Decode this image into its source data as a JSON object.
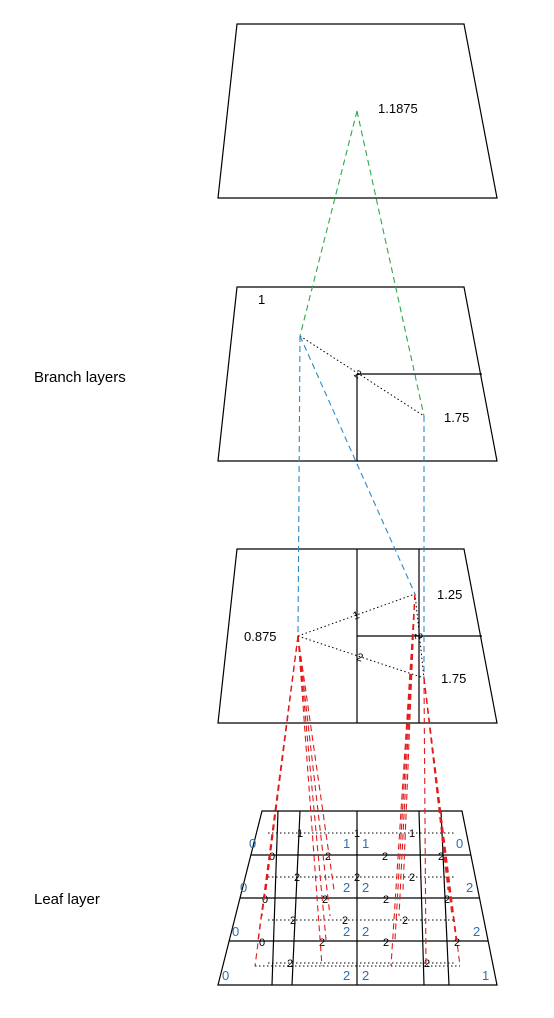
{
  "labels": {
    "branch_layers": "Branch layers",
    "leaf_layer": "Leaf layer"
  },
  "colors": {
    "outline": "#000000",
    "value_text": "#2e6fad",
    "top_link": "#2ea84a",
    "branch_link": "#2b8ac4",
    "leaf_link": "#e11b1b"
  },
  "layers": {
    "top": {
      "value": "1.1875"
    },
    "branch_upper": {
      "value_tl": "1",
      "value_node": "1.75",
      "edge_weight": "2"
    },
    "branch_lower": {
      "value_left": "0.875",
      "value_upper_right": "1.25",
      "value_lower_right": "1.75",
      "edge_weight_upper": "1",
      "edge_weight_lower": "2",
      "edge_weight_vertical": "2"
    },
    "leaf": {
      "row_values": [
        {
          "left": "0",
          "mid_left": "1",
          "mid_right": "1",
          "right": "0"
        },
        {
          "left": "0",
          "mid_left": "2",
          "mid_right": "2",
          "right": "2"
        },
        {
          "left": "0",
          "mid_left": "2",
          "mid_right": "2",
          "right": "2"
        },
        {
          "left": "0",
          "mid_left": "2",
          "mid_right": "2",
          "right": "1"
        }
      ],
      "edge_weights": [
        "1",
        "1",
        "1",
        "0",
        "2",
        "2",
        "2",
        "2",
        "2",
        "2",
        "0",
        "2",
        "2",
        "2",
        "2",
        "2",
        "2",
        "0",
        "2",
        "2",
        "2",
        "2",
        "2"
      ]
    }
  }
}
